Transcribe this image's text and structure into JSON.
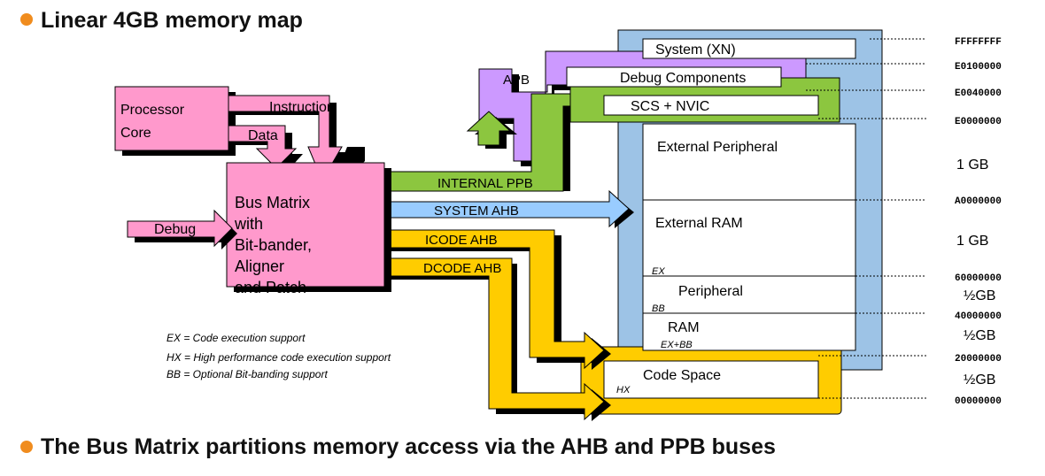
{
  "headings": {
    "top": "Linear 4GB memory map",
    "bottom": "The Bus Matrix partitions memory access via the AHB and PPB buses"
  },
  "blocks": {
    "processor_line1": "Processor",
    "processor_line2": "Core",
    "instruction": "Instruction",
    "data": "Data",
    "debug": "Debug",
    "bus_matrix_lines": [
      "Bus Matrix",
      "with",
      "Bit-bander,",
      "Aligner",
      "and Patch"
    ]
  },
  "buses": {
    "apb": "APB",
    "internal_ppb": "INTERNAL PPB",
    "system_ahb": "SYSTEM AHB",
    "icode_ahb": "ICODE AHB",
    "dcode_ahb": "DCODE AHB"
  },
  "regions": {
    "system_xn": "System  (XN)",
    "debug_components": "Debug Components",
    "scs_nvic": "SCS +     NVIC",
    "external_peripheral": "External Peripheral",
    "external_ram": "External RAM",
    "peripheral": "Peripheral",
    "ram": "RAM",
    "code_space": "Code Space"
  },
  "region_tags": {
    "ex": "EX",
    "bb": "BB",
    "ex_bb": "EX+BB",
    "hx": "HX"
  },
  "addresses": [
    "FFFFFFFF",
    "E0100000",
    "E0040000",
    "E0000000",
    "A0000000",
    "60000000",
    "40000000",
    "20000000",
    "00000000"
  ],
  "sizes": [
    "1  GB",
    "1  GB",
    "½GB",
    "½GB",
    "½GB"
  ],
  "legend": [
    "EX  =  Code execution support",
    "HX  = High performance code execution support",
    "BB  = Optional Bit-banding support"
  ],
  "colors": {
    "pink": "#FF99CC",
    "purple": "#CC99FF",
    "green": "#8CC63F",
    "blue": "#99CCFF",
    "orange": "#FFCC00",
    "map_blue": "#9DC3E6",
    "bullet": "#F08C1E"
  }
}
